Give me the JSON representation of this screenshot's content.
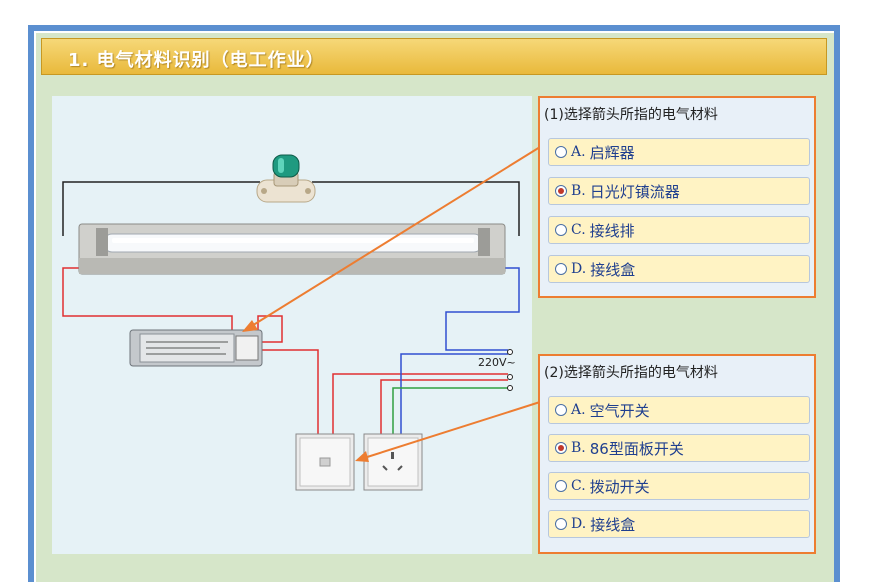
{
  "header": {
    "title": "1. 电气材料识别（电工作业）"
  },
  "diagram": {
    "voltage_label": "220V~"
  },
  "questions": [
    {
      "title": "(1)选择箭头所指的电气材料",
      "options": [
        {
          "letter": "A.",
          "text": "启辉器",
          "selected": false
        },
        {
          "letter": "B.",
          "text": "日光灯镇流器",
          "selected": true
        },
        {
          "letter": "C.",
          "text": "接线排",
          "selected": false
        },
        {
          "letter": "D.",
          "text": "接线盒",
          "selected": false
        }
      ]
    },
    {
      "title": "(2)选择箭头所指的电气材料",
      "options": [
        {
          "letter": "A.",
          "text": "空气开关",
          "selected": false
        },
        {
          "letter": "B.",
          "text": "86型面板开关",
          "selected": true
        },
        {
          "letter": "C.",
          "text": "拨动开关",
          "selected": false
        },
        {
          "letter": "D.",
          "text": "接线盒",
          "selected": false
        }
      ]
    }
  ],
  "colors": {
    "accent_orange": "#ed7d31",
    "header_gold": "#e9b93b",
    "frame_blue": "#5b8fd0",
    "wire_red": "#e03030",
    "wire_blue": "#3050d0",
    "wire_green": "#30a040",
    "wire_black": "#222222"
  }
}
